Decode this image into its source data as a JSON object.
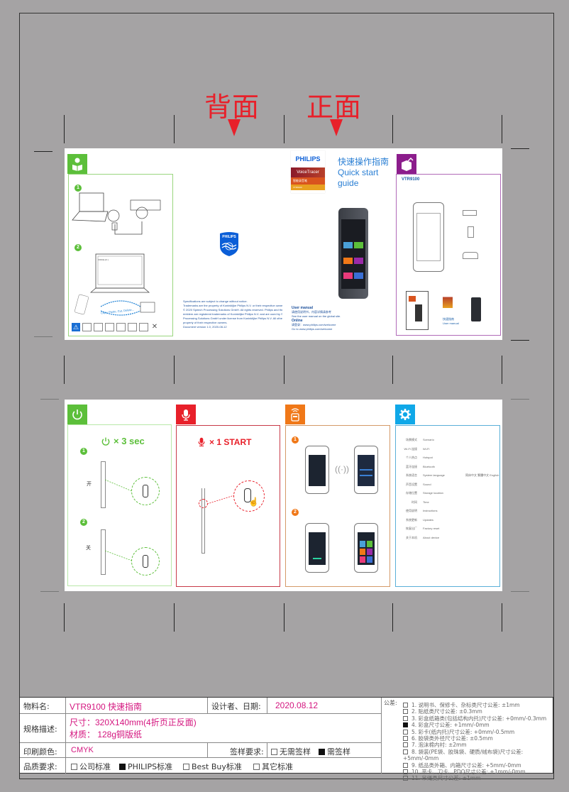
{
  "labels": {
    "back": "背面",
    "front": "正面"
  },
  "colors": {
    "accent_red": "#e8202a",
    "green": "#5cbf3a",
    "purple": "#8c1d8c",
    "orange": "#f07818",
    "red": "#e8202a",
    "blue": "#10a8e8",
    "spec_magenta": "#d4157f"
  },
  "outer_sheet": {
    "panels": [
      {
        "id": "connect",
        "icon": "reading-person-icon",
        "steps": [
          "1",
          "2"
        ],
        "caption": "Copy, Paste, Cut, Delete...",
        "window_text": "VOICE (F:)"
      },
      {
        "id": "back-cover",
        "logo": "PHILIPS",
        "legal": [
          "Specifications are subject to change without notice.",
          "Trademarks are the property of Koninklijke Philips N.V. or their respective owners.",
          "© 2020 Speech Processing Solutions GmbH. All rights reserved. Philips and the Philips shield",
          "emblem are registered trademarks of Koninklijke Philips N.V. and are used by Speech",
          "Processing Solutions GmbH under license from Koninklijke Philips N.V. All other trademarks are the",
          "property of their respective owners.",
          "Document version 1.0, 2020-08-12"
        ]
      },
      {
        "id": "front-cover",
        "brand": "PHILIPS",
        "product_line": "VoiceTracer",
        "product_sub": "智能录音笔",
        "model_small": "VTR9100",
        "title_zh": "快速操作指南",
        "title_en_1": "Quick start",
        "title_en_2": "guide",
        "user_manual_title": "User manual",
        "user_manual_zh": "请使用说明书，内容详情请参考",
        "user_manual_text": "See the user manual on the global site.",
        "online_title": "Online",
        "online_zh": "请登录：www.philips.com/welcome",
        "online_text": "Go to www.philips.com/welcome"
      },
      {
        "id": "box-contents",
        "icon": "open-box-icon",
        "model": "VTR9100",
        "manual_caption_1": "快速指南",
        "manual_caption_2": "User manual"
      }
    ],
    "warning_icons": [
      "warning-icon",
      "no-heat-icon",
      "no-water-icon",
      "no-pressure-icon",
      "no-fire-icon",
      "no-drop-icon",
      "no-magnet-icon",
      "no-bin-icon"
    ]
  },
  "inner_sheet": {
    "panels": [
      {
        "id": "power",
        "icon": "power-icon",
        "instruction": "× 3 sec",
        "steps": [
          {
            "num": "1",
            "label": "开"
          },
          {
            "num": "2",
            "label": "关"
          }
        ]
      },
      {
        "id": "record",
        "icon": "microphone-icon",
        "instruction": "× 1 START"
      },
      {
        "id": "wifi",
        "icon": "wifi-device-icon",
        "steps": [
          "1",
          "2"
        ]
      },
      {
        "id": "settings",
        "icon": "gear-icon",
        "rows": [
          {
            "zh": "场景模式",
            "en": "Scenario"
          },
          {
            "zh": "Wi-Fi 连接",
            "en": "Wi-Fi"
          },
          {
            "zh": "个人热点",
            "en": "Hotspot"
          },
          {
            "zh": "蓝牙连接",
            "en": "Bluetooth"
          },
          {
            "zh": "系统语言",
            "en": "System language",
            "extra": "简体中文 繁體中文 English"
          },
          {
            "zh": "声音设置",
            "en": "Sound"
          },
          {
            "zh": "存储位置",
            "en": "Storage location"
          },
          {
            "zh": "时间",
            "en": "Time"
          },
          {
            "zh": "使用说明",
            "en": "Instructions"
          },
          {
            "zh": "系统更新",
            "en": "Updates"
          },
          {
            "zh": "恢复出厂",
            "en": "Factory reset"
          },
          {
            "zh": "关于本机",
            "en": "About device"
          }
        ]
      }
    ]
  },
  "spec_table": {
    "material_name_label": "物料名:",
    "material_name": "VTR9100 快速指南",
    "designer_label": "设计者、日期:",
    "date": "2020.08.12",
    "spec_label": "规格描述:",
    "spec_size": "尺寸：320X140mm(4折页正反面)",
    "spec_material": "材质： 128g铜版纸",
    "print_color_label": "印刷颜色:",
    "print_color": "CMYK",
    "sample_label": "签样要求:",
    "sample_options": [
      {
        "label": "无需签样",
        "checked": false
      },
      {
        "label": "需签样",
        "checked": true
      }
    ],
    "quality_label": "品质要求:",
    "quality_options": [
      {
        "label": "公司标准",
        "checked": false
      },
      {
        "label": "PHILIPS标准",
        "checked": true
      },
      {
        "label": "Best Buy标准",
        "checked": false
      },
      {
        "label": "其它标准",
        "checked": false
      }
    ],
    "tolerance_label": "公差:",
    "tolerances": [
      {
        "text": "1. 说明书、保修卡、杂标类尺寸公差: ±1mm",
        "checked": false
      },
      {
        "text": "2. 贴纸类尺寸公差: ±0.3mm",
        "checked": false
      },
      {
        "text": "3. 彩盒纸箱类(包括结构内托)尺寸公差: +0mm/-0.3mm",
        "checked": false
      },
      {
        "text": "4. 彩盒尺寸公差: +1mm/-0mm",
        "checked": true
      },
      {
        "text": "5. 彩卡(纸内托)尺寸公差: +0mm/-0.5mm",
        "checked": false
      },
      {
        "text": "6. 胶袋类外径尺寸公差: ±0.5mm",
        "checked": false
      },
      {
        "text": "7. 泡沫棉内衬: ±2mm",
        "checked": false
      },
      {
        "text": "8. 袋装(PE袋、胶珠袋、硬质/绒布袋)尺寸公差: +5mm/-0mm",
        "checked": false
      },
      {
        "text": "9. 纸品类外箱、内箱尺寸公差: +5mm/-0mm",
        "checked": false
      },
      {
        "text": "10. 平卡、刀卡、PDQ尺寸公差: +1mm/-0mm",
        "checked": false
      },
      {
        "text": "11. 吊绳类尺寸公差: ±1mm",
        "checked": false
      }
    ]
  }
}
